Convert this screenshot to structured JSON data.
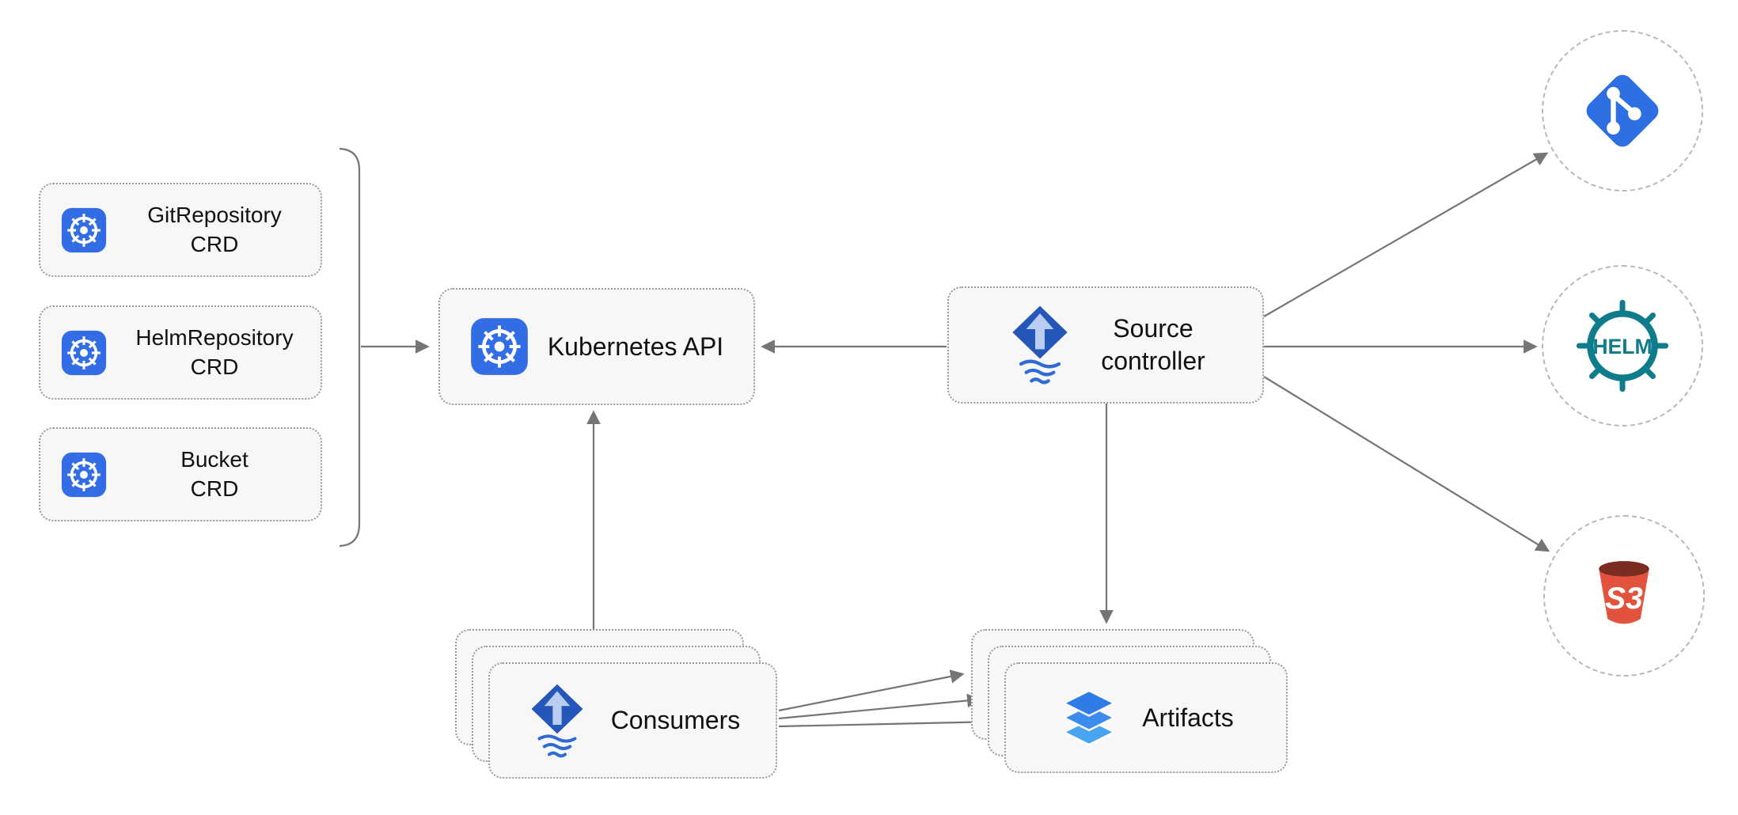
{
  "diagram": {
    "crds": [
      {
        "line1": "GitRepository",
        "line2": "CRD"
      },
      {
        "line1": "HelmRepository",
        "line2": "CRD"
      },
      {
        "line1": "Bucket",
        "line2": "CRD"
      }
    ],
    "kubernetes_api": {
      "label": "Kubernetes API"
    },
    "source_controller": {
      "line1": "Source",
      "line2": "controller"
    },
    "consumers": {
      "label": "Consumers"
    },
    "artifacts": {
      "label": "Artifacts"
    },
    "sources": {
      "helm": {
        "label": "HELM"
      },
      "s3": {
        "label": "S3"
      }
    },
    "colors": {
      "kubernetes_blue": "#326de6",
      "flux_blue": "#2457b8",
      "flux_arrow_light": "#b9cdf2",
      "git_blue": "#2f6fe4",
      "helm_teal": "#0f7c8c",
      "s3_red": "#e2523c",
      "s3_dark_red": "#7b2d22",
      "layers_blue": "#2f7ce8",
      "box_fill": "#f7f7f7",
      "border_gray": "#9a9a9a",
      "arrow_gray": "#757575"
    }
  }
}
